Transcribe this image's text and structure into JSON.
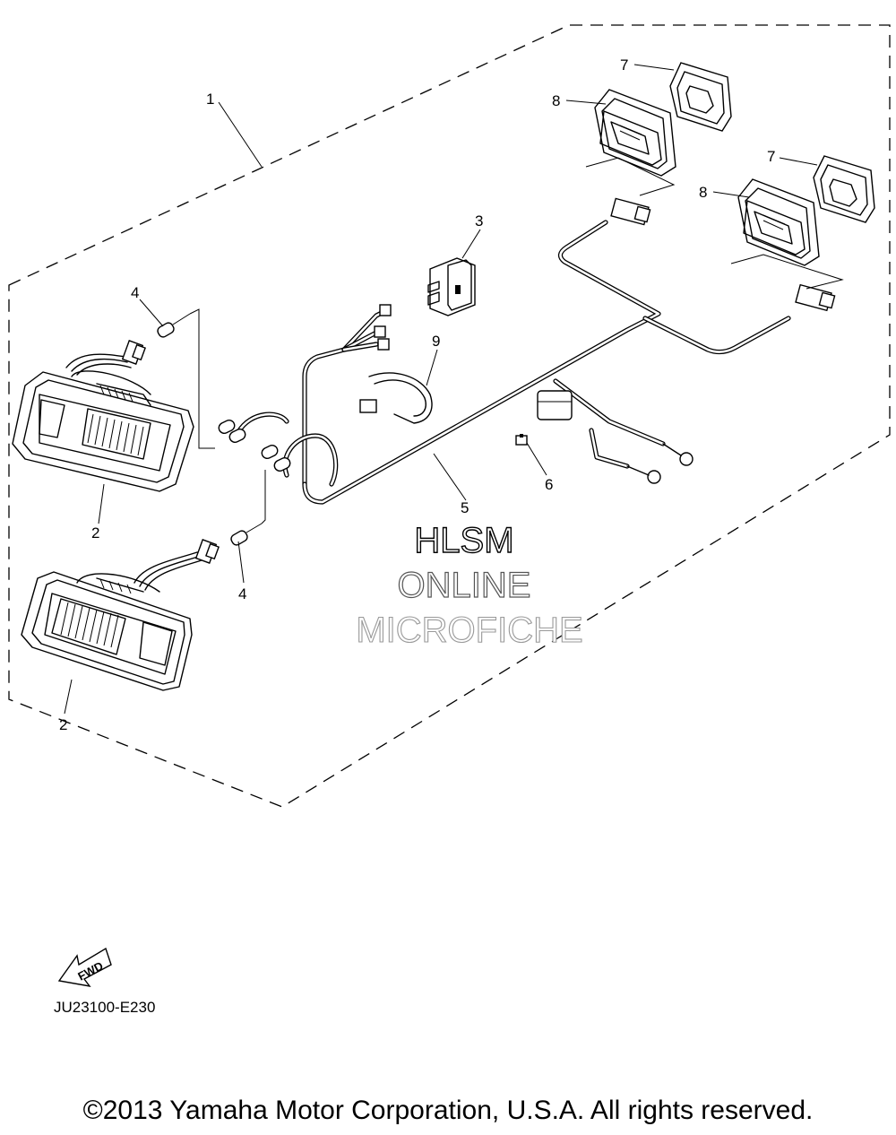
{
  "callouts": {
    "c1": "1",
    "c2a": "2",
    "c2b": "2",
    "c3": "3",
    "c4a": "4",
    "c4b": "4",
    "c5": "5",
    "c6": "6",
    "c7a": "7",
    "c7b": "7",
    "c8a": "8",
    "c8b": "8",
    "c9": "9"
  },
  "watermark": {
    "line1": "HLSM",
    "line2": "ONLINE",
    "line3": "MICROFICHE"
  },
  "forward_arrow": {
    "label": "FWD"
  },
  "diagram_code": "JU23100-E230",
  "copyright": "©2013 Yamaha Motor Corporation, U.S.A. All rights reserved."
}
